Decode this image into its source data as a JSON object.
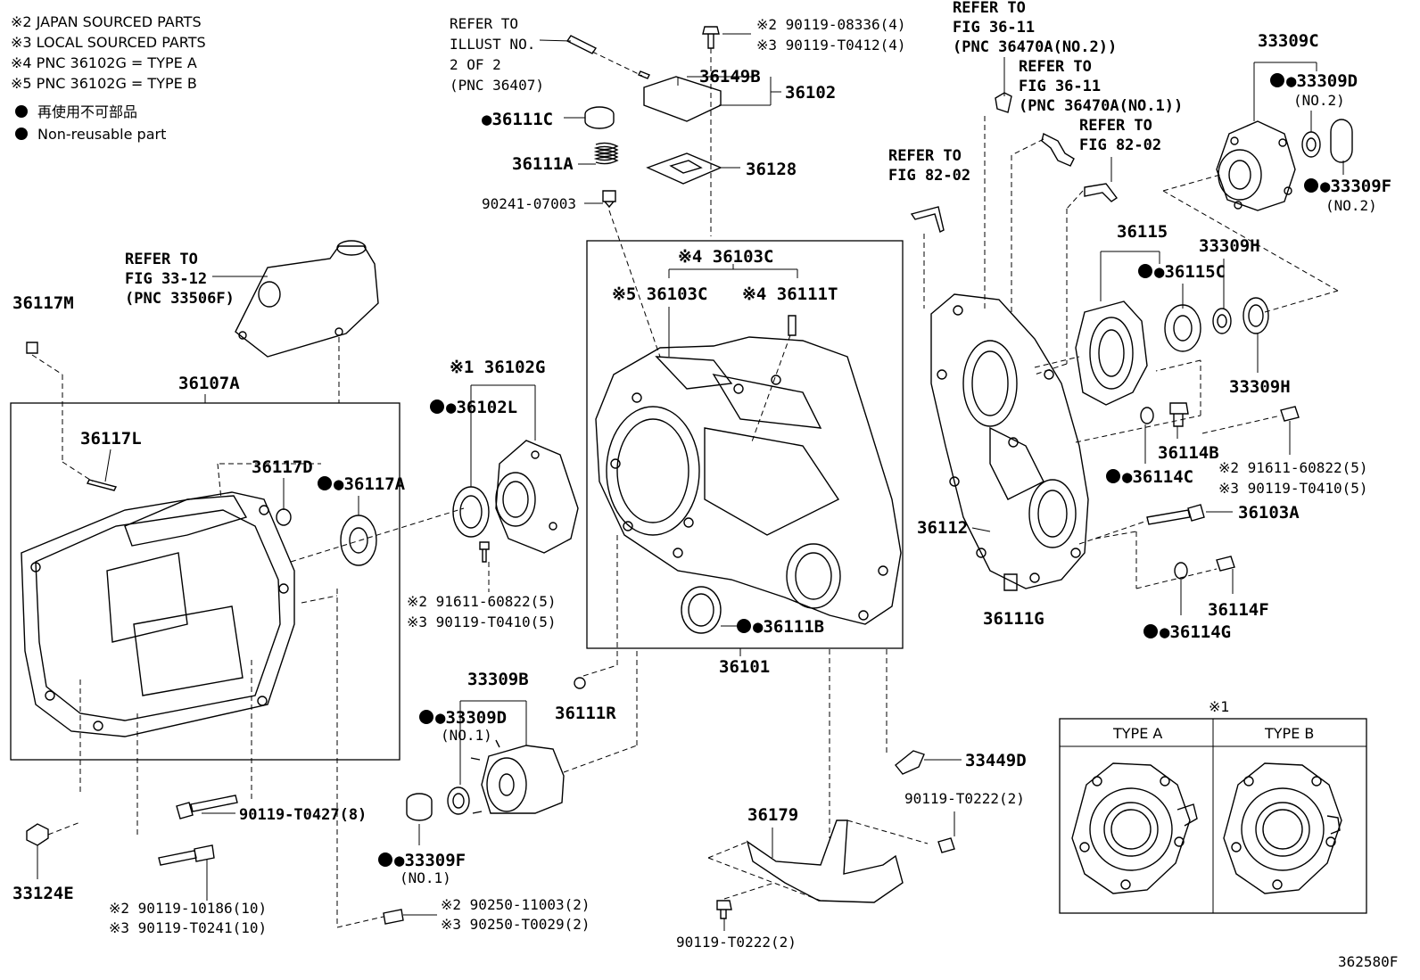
{
  "legend": {
    "notes": [
      "※2 JAPAN SOURCED PARTS",
      "※3 LOCAL SOURCED PARTS",
      "※4 PNC 36102G = TYPE A",
      "※5 PNC 36102G = TYPE B"
    ],
    "nonreusable_jp": "再使用不可部品",
    "nonreusable_en": "Non-reusable part"
  },
  "refs": {
    "illust": [
      "REFER TO",
      "ILLUST NO.",
      "2 OF 2",
      "(PNC 36407)"
    ],
    "fig3612": [
      "REFER TO",
      "FIG 33-12",
      "(PNC 33506F)"
    ],
    "fig3611_a": [
      "REFER TO",
      "FIG 36-11",
      "(PNC 36470A(NO.2))"
    ],
    "fig3611_b": [
      "REFER TO",
      "FIG 36-11",
      "(PNC 36470A(NO.1))"
    ],
    "fig8202_a": [
      "REFER TO",
      "FIG 82-02"
    ],
    "fig8202_b": [
      "REFER TO",
      "FIG 82-02"
    ]
  },
  "labels": {
    "p36149B": "36149B",
    "p36102": "36102",
    "p36111C": "●36111C",
    "p36111A": "36111A",
    "p36128": "36128",
    "p90241": "90241-07003",
    "p90119_08336": "※2 90119-08336(4)",
    "p90119_T0412": "※3 90119-T0412(4)",
    "p36103C_top": "※4 36103C",
    "p36103C_5": "※5 36103C",
    "p36111T": "※4 36111T",
    "p36117M": "36117M",
    "p36107A": "36107A",
    "p36117L": "36117L",
    "p36117D": "36117D",
    "p36117A": "●36117A",
    "p36102G": "※1 36102G",
    "p36102L": "●36102L",
    "p91611_a": "※2 91611-60822(5)",
    "p90119_T0410_a": "※3 90119-T0410(5)",
    "p36111B": "●36111B",
    "p36101": "36101",
    "p33309B": "33309B",
    "p33309D_1": "●33309D",
    "no1_a": "(NO.1)",
    "p36111R": "36111R",
    "p33309F_1": "●33309F",
    "no1_b": "(NO.1)",
    "p90119_T0427": "90119-T0427(8)",
    "p90119_10186": "※2 90119-10186(10)",
    "p90119_T0241": "※3 90119-T0241(10)",
    "p33124E": "33124E",
    "p90250_11003": "※2 90250-11003(2)",
    "p90250_T0029": "※3 90250-T0029(2)",
    "p36179": "36179",
    "p90119_T0222_a": "90119-T0222(2)",
    "p90119_T0222_b": "90119-T0222(2)",
    "p33449D": "33449D",
    "p33309C": "33309C",
    "p33309D_2": "●33309D",
    "no2_a": "(NO.2)",
    "p33309F_2": "●33309F",
    "no2_b": "(NO.2)",
    "p36115": "36115",
    "p36115C": "●36115C",
    "p33309H_a": "33309H",
    "p33309H_b": "33309H",
    "p36114B": "36114B",
    "p36114C": "●36114C",
    "p91611_b": "※2 91611-60822(5)",
    "p90119_T0410_b": "※3 90119-T0410(5)",
    "p36103A": "36103A",
    "p36112": "36112",
    "p36111G": "36111G",
    "p36114F": "36114F",
    "p36114G": "●36114G"
  },
  "types": {
    "header": "※1",
    "type_a": "TYPE A",
    "type_b": "TYPE B"
  },
  "figure_code": "362580F"
}
